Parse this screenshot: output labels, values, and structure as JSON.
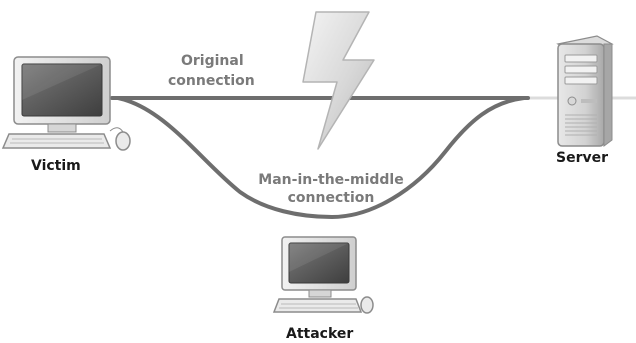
{
  "nodes": {
    "victim": {
      "label": "Victim",
      "icon": "desktop-computer-icon"
    },
    "server": {
      "label": "Server",
      "icon": "server-tower-icon"
    },
    "attacker": {
      "label": "Attacker",
      "icon": "desktop-computer-icon"
    }
  },
  "connections": {
    "original": {
      "line1": "Original",
      "line2": "connection"
    },
    "mitm": {
      "line1": "Man-in-the-middle",
      "line2": "connection"
    }
  },
  "decorations": {
    "lightning": "lightning-bolt-icon"
  },
  "colors": {
    "line": "#6e6e6e",
    "label_dark": "#1a1a1a",
    "label_grey": "#7a7a7a",
    "screen": "#555555"
  }
}
